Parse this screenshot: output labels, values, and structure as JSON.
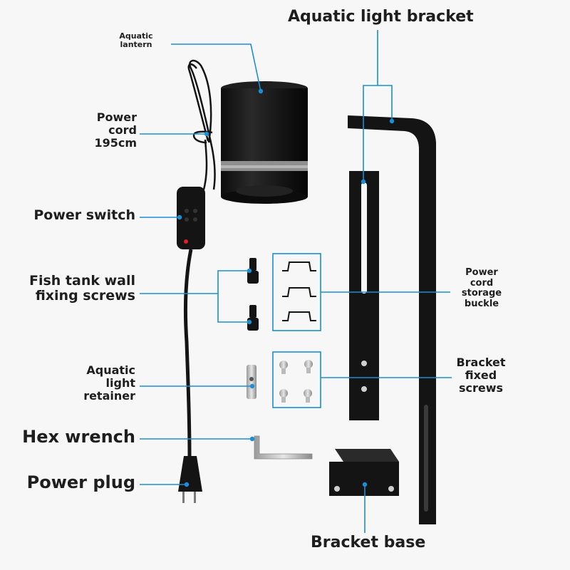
{
  "labels": {
    "aquatic_lantern": [
      "Aquatic",
      "lantern"
    ],
    "power_cord": [
      "Power",
      "cord",
      "195cm"
    ],
    "power_switch": "Power switch",
    "wall_screws": [
      "Fish tank wall",
      "fixing screws"
    ],
    "light_retainer": [
      "Aquatic",
      "light",
      "retainer"
    ],
    "hex_wrench": "Hex wrench",
    "power_plug": "Power plug",
    "light_bracket": "Aquatic light bracket",
    "storage_buckle": [
      "Power",
      "cord",
      "storage",
      "buckle"
    ],
    "fixed_screws": [
      "Bracket",
      "fixed",
      "screws"
    ],
    "bracket_base": "Bracket base"
  },
  "colors": {
    "callout": "#1a8fd6",
    "product": "#141414",
    "background": "#f7f7f7",
    "text": "#1e1e1e",
    "switch_led": "#e02020"
  }
}
